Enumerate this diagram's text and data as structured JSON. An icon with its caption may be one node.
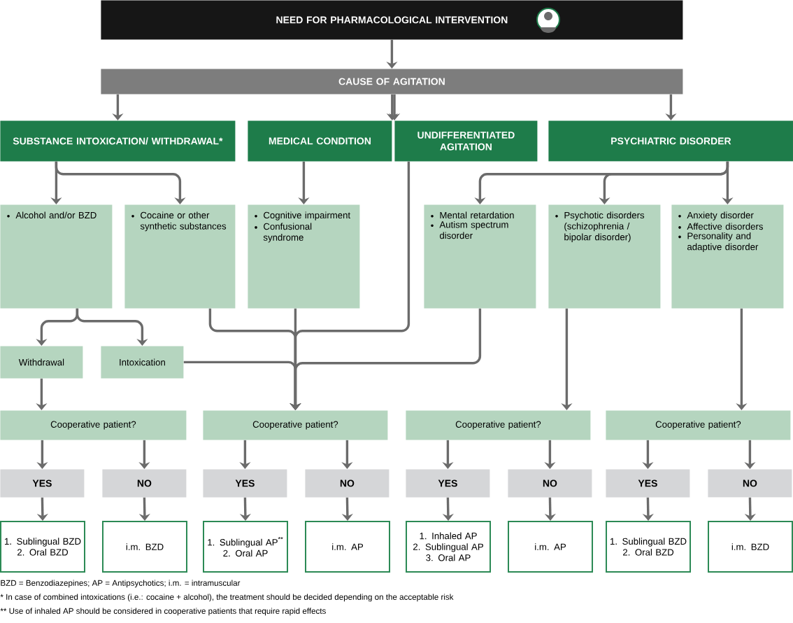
{
  "diagram": {
    "nodes": [
      {
        "text": [
          "NEED FOR PHARMACOLOGICAL INTERVENTION"
        ]
      },
      {
        "text": [
          "CAUSE OF AGITATION"
        ]
      },
      {
        "text": [
          "SUBSTANCE INTOXICATION/ WITHDRAWAL*"
        ]
      },
      {
        "text": [
          "MEDICAL CONDITION"
        ]
      },
      {
        "text": [
          "UNDIFFERENTIATED AGITATION"
        ]
      },
      {
        "text": [
          "PSYCHIATRIC DISORDER"
        ]
      },
      {
        "text": [
          "Alcohol and/or BZD"
        ]
      },
      {
        "text": [
          "Cocaine or other synthetic substances"
        ]
      },
      {
        "text": [
          "Cognitive impairment",
          "Confusional syndrome"
        ]
      },
      {
        "text": [
          "Mental retardation",
          "Autism spectrum disorder"
        ]
      },
      {
        "text": [
          "Psychotic disorders (schizophrenia / bipolar disorder)"
        ]
      },
      {
        "text": [
          "Anxiety disorder",
          "Affective disorders",
          "Personality and adaptive disorder"
        ]
      },
      {
        "text": [
          "Withdrawal"
        ]
      },
      {
        "text": [
          "Intoxication"
        ]
      },
      {
        "text": [
          "Cooperative patient?"
        ]
      },
      {
        "text": [
          "Cooperative patient?"
        ]
      },
      {
        "text": [
          "Cooperative patient?"
        ]
      },
      {
        "text": [
          "Cooperative patient?"
        ]
      },
      {
        "text": [
          "YES"
        ]
      },
      {
        "text": [
          "NO"
        ]
      },
      {
        "text": [
          "YES"
        ]
      },
      {
        "text": [
          "NO"
        ]
      },
      {
        "text": [
          "YES"
        ]
      },
      {
        "text": [
          "NO"
        ]
      },
      {
        "text": [
          "YES"
        ]
      },
      {
        "text": [
          "NO"
        ]
      },
      {
        "text": [
          "1. Sublingual BZD",
          "2. Oral BZD"
        ]
      },
      {
        "text": [
          "i.m. BZD"
        ]
      },
      {
        "text": [
          "1. Sublingual AP$^{**}$",
          "2. Oral AP"
        ]
      },
      {
        "text": [
          "i.m. AP"
        ]
      },
      {
        "text": [
          "1. Inhaled AP",
          "2. Sublingual AP",
          "3. Oral AP"
        ]
      },
      {
        "text": [
          "i.m. AP"
        ]
      },
      {
        "text": [
          "1. Sublingual BZD",
          "2. Oral BZD"
        ]
      },
      {
        "text": [
          "i.m. BZD"
        ]
      }
    ],
    "edges": [
      {
        "from": 0,
        "to": 1,
        "arrow": "to"
      },
      {
        "from": 1,
        "to": 2,
        "arrow": "to"
      },
      {
        "from": 1,
        "to": 3,
        "arrow": "to"
      },
      {
        "from": 1,
        "to": 4,
        "arrow": "to"
      },
      {
        "from": 1,
        "to": 5,
        "arrow": "to"
      },
      {
        "from": 2,
        "to": 6,
        "arrow": "to"
      },
      {
        "from": 2,
        "to": 7,
        "arrow": "to"
      },
      {
        "from": 3,
        "to": 8,
        "arrow": "to"
      },
      {
        "from": 5,
        "to": 9,
        "arrow": "to"
      },
      {
        "from": 5,
        "to": 10,
        "arrow": "to"
      },
      {
        "from": 5,
        "to": 11,
        "arrow": "to"
      },
      {
        "from": 6,
        "to": 12,
        "arrow": "to"
      },
      {
        "from": 6,
        "to": 13,
        "arrow": "to"
      },
      {
        "from": 7,
        "to": 15,
        "arrow": "to"
      },
      {
        "from": 8,
        "to": 15,
        "arrow": "to"
      },
      {
        "from": 4,
        "to": 15,
        "arrow": "to"
      },
      {
        "from": 13,
        "to": 15,
        "arrow": "to"
      },
      {
        "from": 9,
        "to": 15,
        "arrow": "to"
      },
      {
        "from": 12,
        "to": 14,
        "arrow": "to"
      },
      {
        "from": 10,
        "to": 16,
        "arrow": "to"
      },
      {
        "from": 11,
        "to": 17,
        "arrow": "to"
      },
      {
        "from": 14,
        "to": 18,
        "arrow": "to"
      },
      {
        "from": 14,
        "to": 19,
        "arrow": "to"
      },
      {
        "from": 15,
        "to": 20,
        "arrow": "to"
      },
      {
        "from": 15,
        "to": 21,
        "arrow": "to"
      },
      {
        "from": 16,
        "to": 22,
        "arrow": "to"
      },
      {
        "from": 16,
        "to": 23,
        "arrow": "to"
      },
      {
        "from": 17,
        "to": 24,
        "arrow": "to"
      },
      {
        "from": 17,
        "to": 25,
        "arrow": "to"
      },
      {
        "from": 18,
        "to": 26,
        "arrow": "to"
      },
      {
        "from": 19,
        "to": 27,
        "arrow": "to"
      },
      {
        "from": 20,
        "to": 28,
        "arrow": "to"
      },
      {
        "from": 21,
        "to": 29,
        "arrow": "to"
      },
      {
        "from": 22,
        "to": 30,
        "arrow": "to"
      },
      {
        "from": 23,
        "to": 31,
        "arrow": "to"
      },
      {
        "from": 24,
        "to": 32,
        "arrow": "to"
      },
      {
        "from": 25,
        "to": 33,
        "arrow": "to"
      }
    ],
    "labels": [
      "BZD = Benzodiazepines; AP = Antipsychotics; i.m. = intramuscular",
      "* In case of combined intoxications (i.e.: cocaine + alcohol), the treatment should be decided depending on the acceptable risk",
      "** Use of inhaled AP should be considered in cooperative patients that require rapid effects"
    ]
  }
}
